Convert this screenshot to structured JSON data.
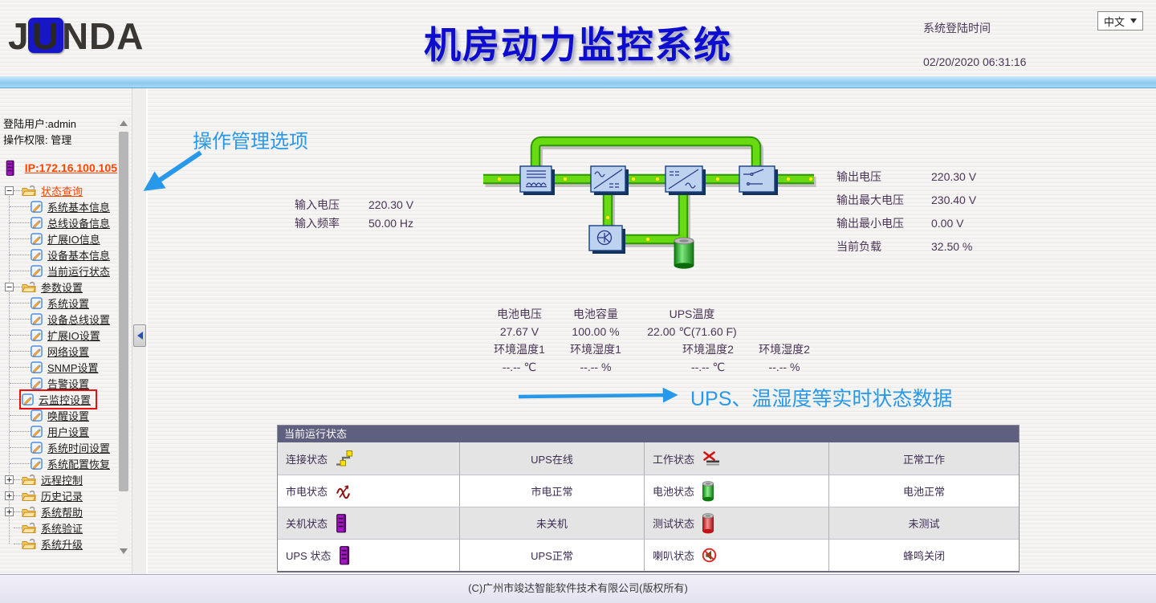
{
  "header": {
    "logo": {
      "j": "J",
      "u": "U",
      "rest": "NDA"
    },
    "title": "机房动力监控系统",
    "login_time_label": "系统登陆时间",
    "login_time_value": "02/20/2020 06:31:16",
    "language": "中文"
  },
  "annotations": {
    "sidebar_note": "操作管理选项",
    "realtime_note": "UPS、温湿度等实时状态数据"
  },
  "sidebar": {
    "user": "登陆用户:admin",
    "permission": "操作权限: 管理",
    "ip": "IP:172.16.100.105",
    "groups": [
      {
        "label": "状态查询",
        "items": [
          "系统基本信息",
          "总线设备信息",
          "扩展IO信息",
          "设备基本信息",
          "当前运行状态"
        ]
      },
      {
        "label": "参数设置",
        "items": [
          "系统设置",
          "设备总线设置",
          "扩展IO设置",
          "网络设置",
          "SNMP设置",
          "告警设置",
          "云监控设置",
          "唤醒设置",
          "用户设置",
          "系统时间设置",
          "系统配置恢复"
        ]
      }
    ],
    "folders": [
      "远程控制",
      "历史记录",
      "系统帮助",
      "系统验证",
      "系统升级"
    ]
  },
  "metrics": {
    "input": [
      {
        "label": "输入电压",
        "value": "220.30 V"
      },
      {
        "label": "输入频率",
        "value": "50.00 Hz"
      }
    ],
    "output": [
      {
        "label": "输出电压",
        "value": "220.30 V"
      },
      {
        "label": "输出最大电压",
        "value": "230.40 V"
      },
      {
        "label": "输出最小电压",
        "value": "0.00 V"
      },
      {
        "label": "当前负载",
        "value": "32.50 %"
      }
    ],
    "battery": [
      {
        "label": "电池电压",
        "value": "27.67 V"
      },
      {
        "label": "电池容量",
        "value": "100.00 %"
      },
      {
        "label": "UPS温度",
        "value": "22.00 ℃(71.60 F)"
      }
    ],
    "environment": [
      {
        "label": "环境温度1",
        "value": "--.-- ℃"
      },
      {
        "label": "环境湿度1",
        "value": "--.-- %"
      },
      {
        "label": "环境温度2",
        "value": "--.-- ℃"
      },
      {
        "label": "环境湿度2",
        "value": "--.-- %"
      }
    ]
  },
  "status_table": {
    "title": "当前运行状态",
    "rows": [
      {
        "label_a": "连接状态",
        "icon_a": "connector-icon",
        "value_a": "UPS在线",
        "label_b": "工作状态",
        "icon_b": "work-status-icon",
        "value_b": "正常工作"
      },
      {
        "label_a": "市电状态",
        "icon_a": "mains-wave-icon",
        "value_a": "市电正常",
        "label_b": "电池状态",
        "icon_b": "battery-green-icon",
        "value_b": "电池正常"
      },
      {
        "label_a": "关机状态",
        "icon_a": "server-icon",
        "value_a": "未关机",
        "label_b": "测试状态",
        "icon_b": "battery-red-icon",
        "value_b": "未测试"
      },
      {
        "label_a": "UPS 状态",
        "icon_a": "server-icon",
        "value_a": "UPS正常",
        "label_b": "喇叭状态",
        "icon_b": "speaker-muted-icon",
        "value_b": "蜂鸣关闭"
      }
    ]
  },
  "footer": {
    "copyright": "(C)广州市竣达智能软件技术有限公司(版权所有)"
  },
  "colors": {
    "title_blue": "#0d0dd0",
    "annotation_blue": "#2898ea",
    "accent_text": "#4a3457",
    "ip_link_red": "#ff4500",
    "table_header_bg": "#5f6080",
    "pipe_green": "#66dd11",
    "highlight_box_red": "#e81010"
  }
}
